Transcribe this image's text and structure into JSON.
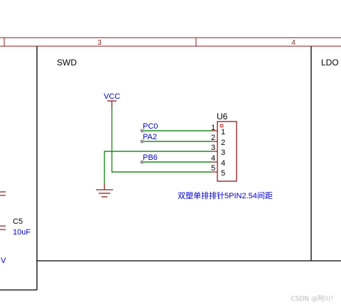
{
  "border": {
    "zone_numbers": [
      "3",
      "4"
    ]
  },
  "sheets": {
    "swd_title": "SWD",
    "ldo_title": "LDO"
  },
  "power": {
    "vcc_label": "VCC"
  },
  "connector": {
    "designator": "U6",
    "pin_numbers": [
      "1",
      "2",
      "3",
      "4",
      "5"
    ],
    "pin_labels": [
      "1",
      "2",
      "3",
      "4",
      "5"
    ],
    "description": "双塑单排排针5PIN2.54间距"
  },
  "net_labels": {
    "pc0": "PC0",
    "pa2": "PA2",
    "pb6": "PB6"
  },
  "capacitor": {
    "designator": "C5",
    "value": "10uF",
    "partial_text": "V"
  },
  "watermark": "CSDN @阿川！",
  "colors": {
    "border": "#8b1a1a",
    "sheet_outline": "#000000",
    "wire": "#1e8a1e",
    "text_component": "#0000cc",
    "text_sheet": "#000000",
    "junction": "#9a9a9a",
    "pin_dot": "#cc0000"
  }
}
